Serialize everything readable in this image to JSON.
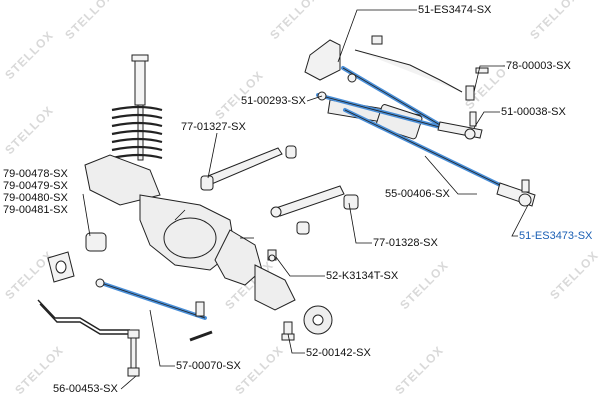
{
  "watermark": {
    "text": "STELLOX"
  },
  "colors": {
    "highlight": "#4a8fd8",
    "highlight_text": "#1a5fb4",
    "part_line": "#222222",
    "leader": "#111111"
  },
  "labels": {
    "p_51_ES3474": "51-ES3474-SX",
    "p_78_00003": "78-00003-SX",
    "p_51_00293": "51-00293-SX",
    "p_51_00038": "51-00038-SX",
    "p_77_01327": "77-01327-SX",
    "p_55_00406": "55-00406-SX",
    "p_51_ES3473": "51-ES3473-SX",
    "p_79_00478": "79-00478-SX",
    "p_79_00479": "79-00479-SX",
    "p_79_00480": "79-00480-SX",
    "p_79_00481": "79-00481-SX",
    "p_77_01328": "77-01328-SX",
    "p_52_K3134T": "52-K3134T-SX",
    "p_52_00142": "52-00142-SX",
    "p_57_00070": "57-00070-SX",
    "p_56_00453": "56-00453-SX"
  }
}
